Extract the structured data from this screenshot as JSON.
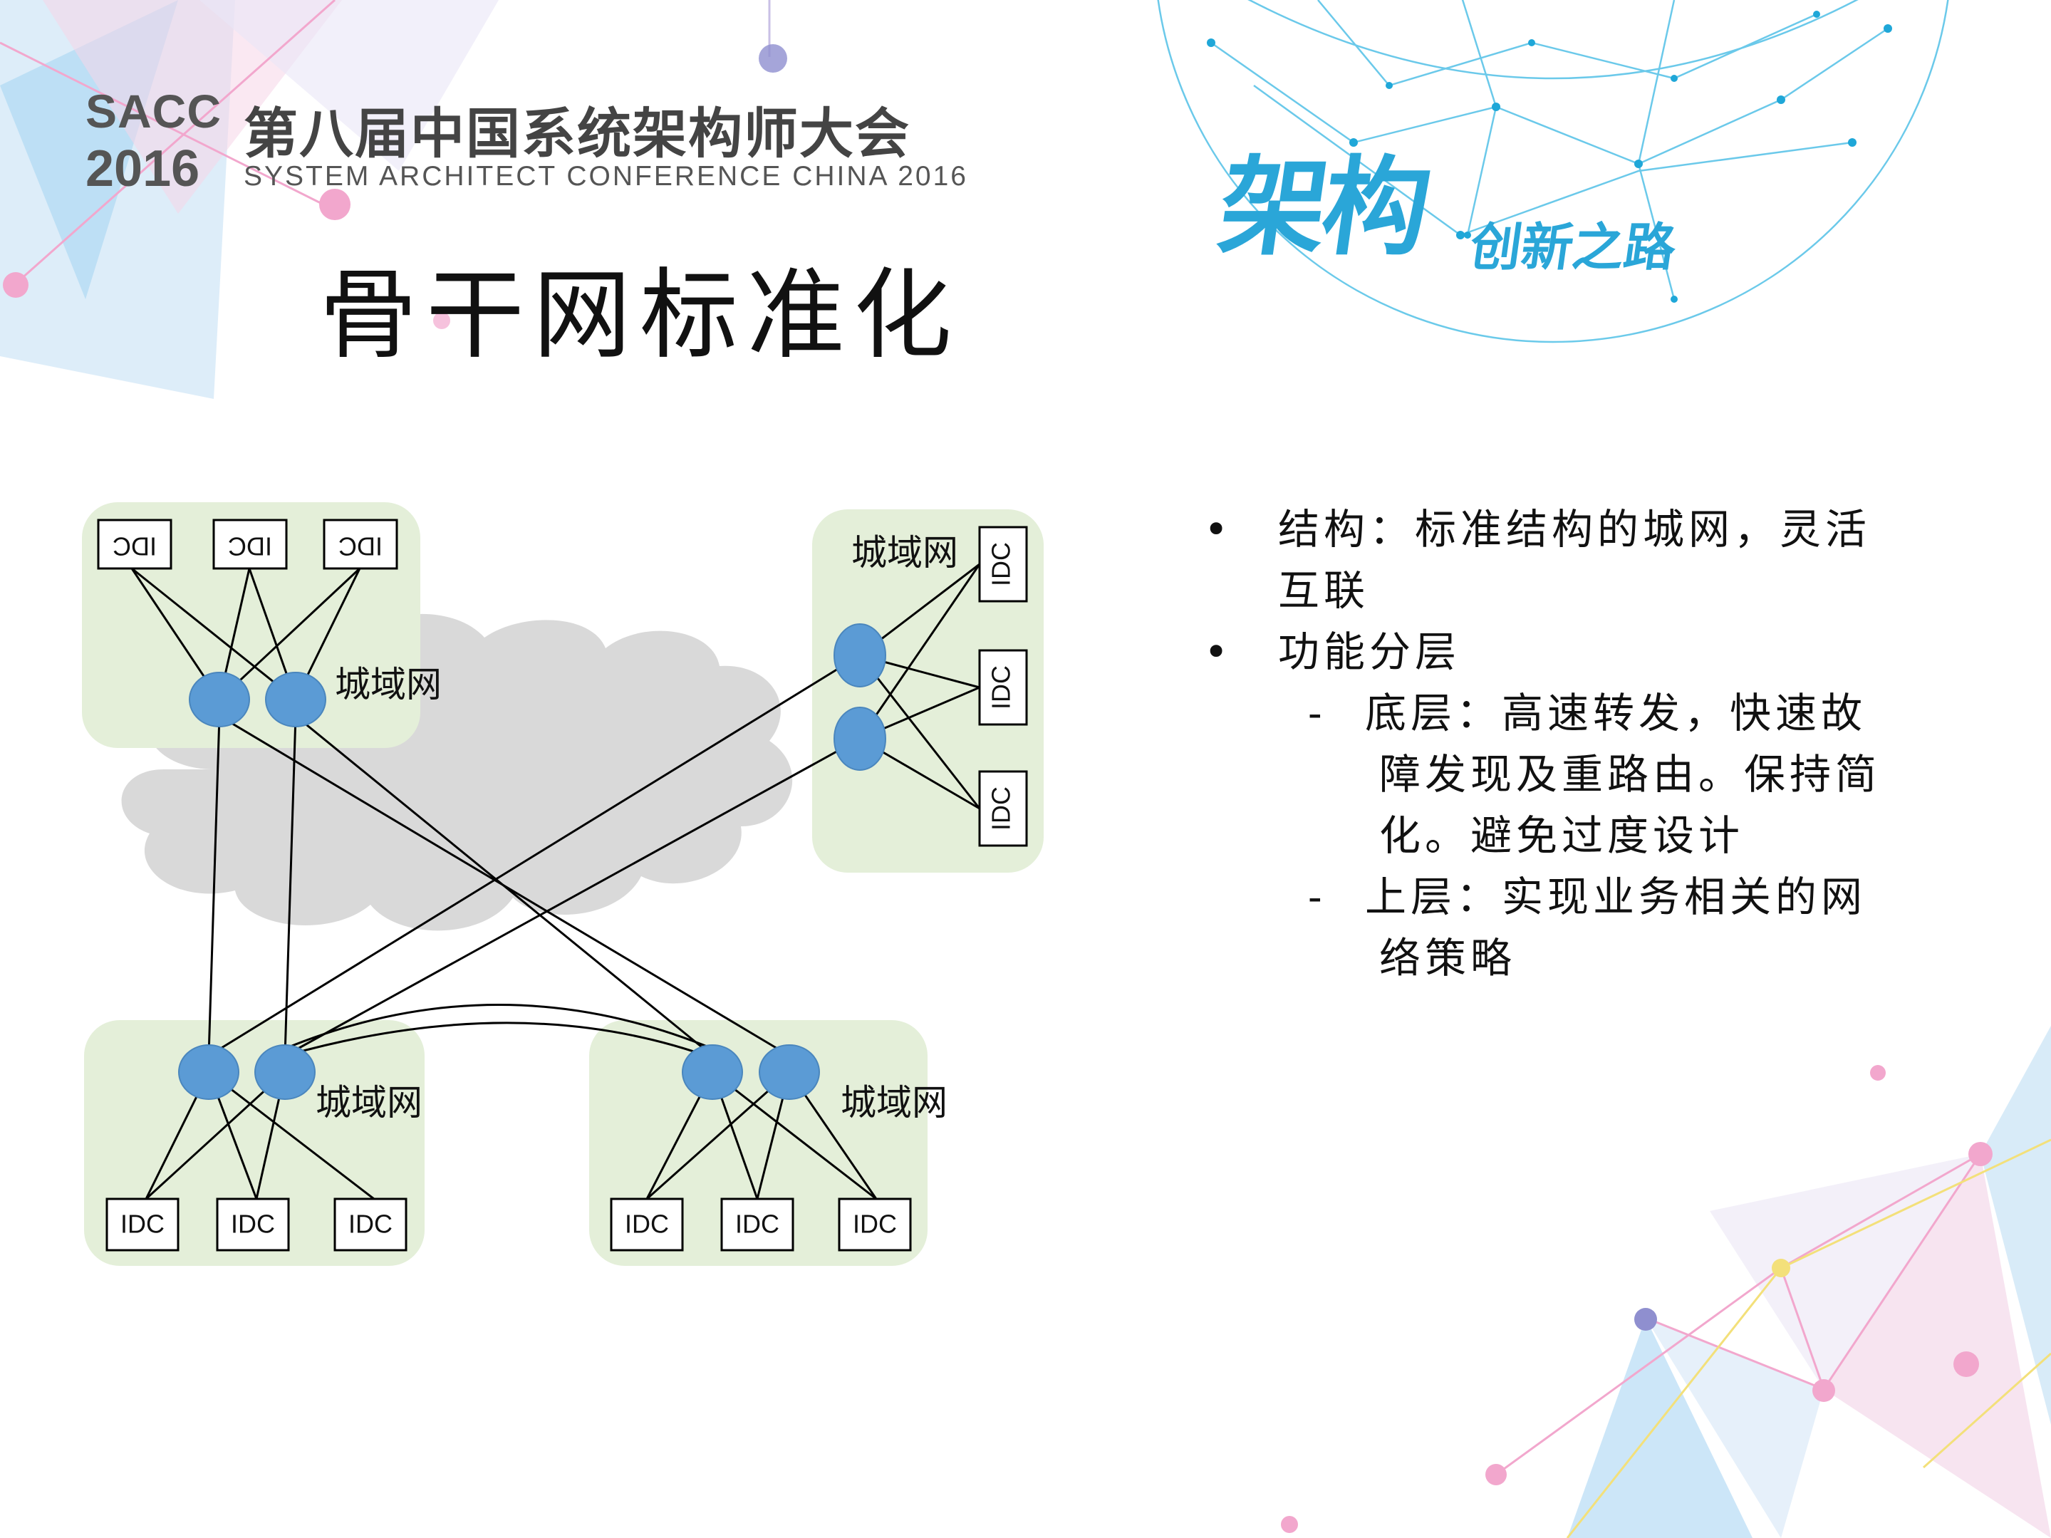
{
  "header": {
    "logo_sacc": "SACC",
    "logo_year": "2016",
    "logo_cn": "第八届中国系统架构师大会",
    "logo_en": "SYSTEM ARCHITECT CONFERENCE CHINA 2016",
    "brand_main": "架构",
    "brand_sub": "创新之路"
  },
  "slide": {
    "title": "骨干网标准化"
  },
  "diagram": {
    "metro_label": "城域网",
    "idc_label": "IDC",
    "colors": {
      "region_fill": "#e4efd9",
      "cloud_fill": "#d9d9d9",
      "router_fill": "#5b9bd5"
    }
  },
  "bullets": [
    {
      "text": "结构：标准结构的城网，灵活",
      "cont": "互联",
      "sub": []
    },
    {
      "text": "功能分层",
      "sub": [
        {
          "text": "底层：高速转发，快速故",
          "cont": [
            "障发现及重路由。保持简",
            "化。避免过度设计"
          ]
        },
        {
          "text": "上层：实现业务相关的网",
          "cont": [
            "络策略"
          ]
        }
      ]
    }
  ],
  "markers": {
    "bullet": "•",
    "dash": "-"
  }
}
